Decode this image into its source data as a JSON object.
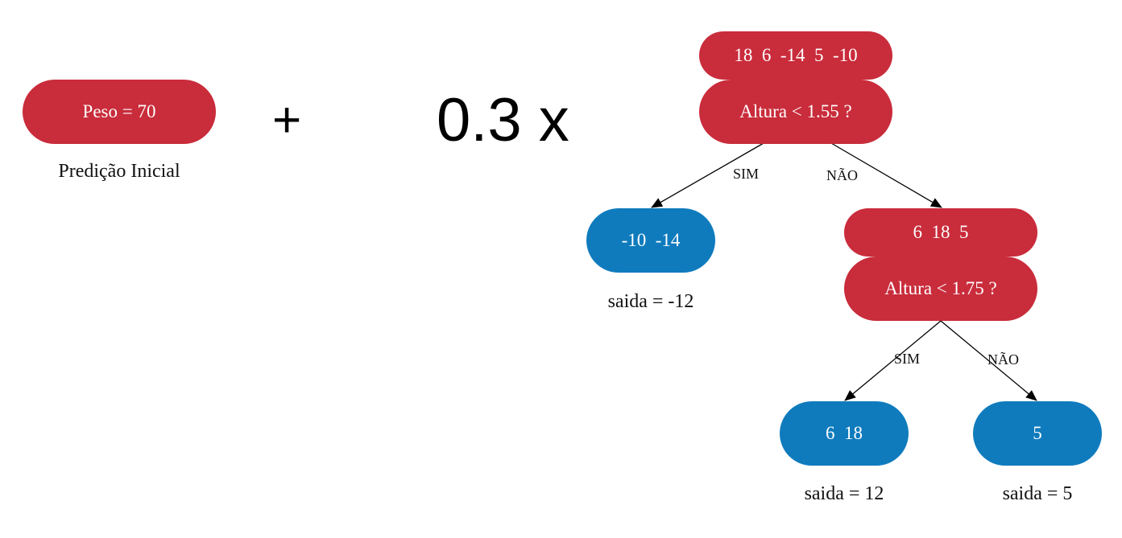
{
  "initial": {
    "node_label": "Peso = 70",
    "caption": "Predição Inicial"
  },
  "plus_sign": "+",
  "learning_rate_label": "0.3 x",
  "tree": {
    "root": {
      "residuals": "18  6  -14  5  -10",
      "question": "Altura < 1.55 ?"
    },
    "root_yes_label": "SIM",
    "root_no_label": "NÃO",
    "left_leaf": {
      "residuals": "-10  -14",
      "output": "saida = -12"
    },
    "inner": {
      "residuals": "6  18  5",
      "question": "Altura < 1.75 ?"
    },
    "inner_yes_label": "SIM",
    "inner_no_label": "NÃO",
    "inner_left_leaf": {
      "residuals": "6  18",
      "output": "saida = 12"
    },
    "inner_right_leaf": {
      "residuals": "5",
      "output": "saida = 5"
    }
  },
  "colors": {
    "decision_node": "#c92c3b",
    "leaf_node": "#0f7bbd",
    "edge": "#000000"
  }
}
